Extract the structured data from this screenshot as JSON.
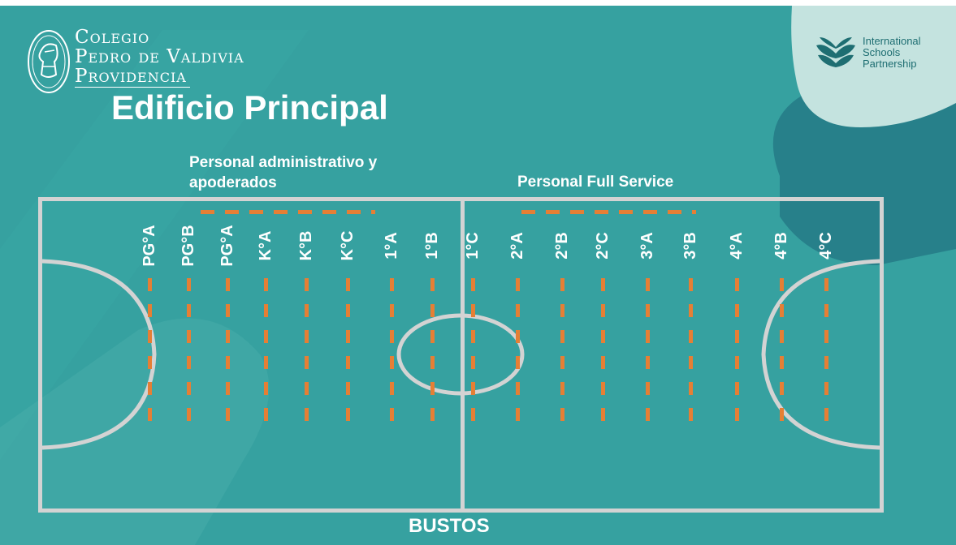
{
  "school": {
    "name_line1": "Colegio",
    "name_line2": "Pedro de Valdivia",
    "name_line3": "Providencia"
  },
  "partner": {
    "line1": "International",
    "line2": "Schools",
    "line3": "Partnership"
  },
  "title": "Edificio Principal",
  "zones": {
    "left_label_line1": "Personal administrativo y",
    "left_label_line2": "apoderados",
    "right_label": "Personal Full Service"
  },
  "lanes": [
    "PG°A",
    "PG°B",
    "PG°A",
    "K°A",
    "K°B",
    "K°C",
    "1°A",
    "1°B",
    "1°C",
    "2°A",
    "2°B",
    "2°C",
    "3°A",
    "3°B",
    "4°A",
    "4°B",
    "4°C"
  ],
  "bottom_label": "BUSTOS",
  "colors": {
    "background": "#36a1a0",
    "court_lines": "#d3d3d3",
    "dashes": "#e57f35",
    "text": "#ffffff"
  }
}
